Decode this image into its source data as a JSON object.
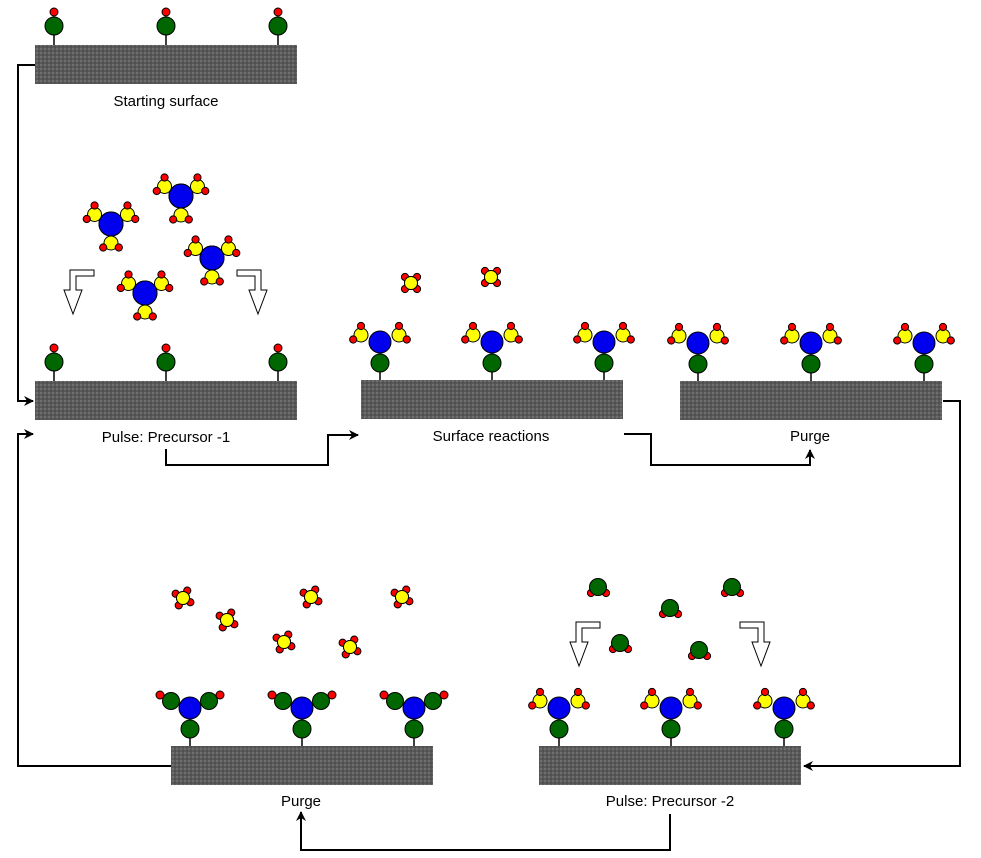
{
  "labels": {
    "starting_surface": "Starting surface",
    "pulse_precursor_1": "Pulse: Precursor -1",
    "surface_reactions": "Surface reactions",
    "purge_top": "Purge",
    "purge_bottom": "Purge",
    "pulse_precursor_2": "Pulse: Precursor -2"
  },
  "colors": {
    "substrate": "#5a5a5a",
    "metal_atom": "#0000ee",
    "ligand_atom": "#ffff00",
    "oxygen_atom": "#ff0000",
    "hydroxyl_oxygen": "#006600",
    "hydrogen_atom": "#ff0000",
    "arrow": "#000000"
  }
}
